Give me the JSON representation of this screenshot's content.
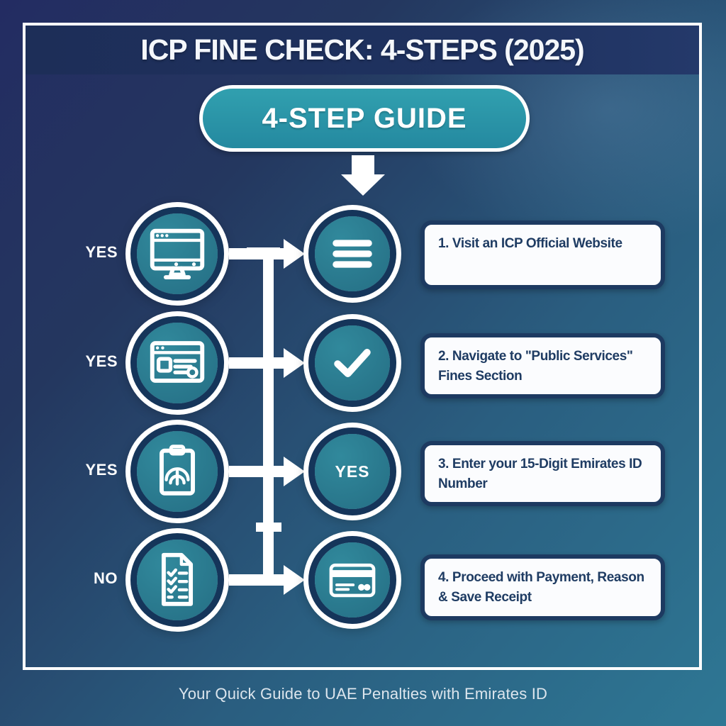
{
  "title": "ICP FINE CHECK: 4-STEPS (2025)",
  "pill": {
    "label": "4-STEP GUIDE"
  },
  "flow": {
    "rows": [
      {
        "decision": "YES",
        "left_icon": "desktop-monitor-icon",
        "right_icon": "menu-lines-icon",
        "step": "1. Visit an ICP Official Website"
      },
      {
        "decision": "YES",
        "left_icon": "browser-window-icon",
        "right_icon": "checkmark-icon",
        "step": "2. Navigate to \"Public Services\" Fines Section"
      },
      {
        "decision": "YES",
        "left_icon": "fingerprint-clipboard-icon",
        "right_icon": "yes-label",
        "right_label": "YES",
        "step": "3. Enter your 15-Digit Emirates ID Number"
      },
      {
        "decision": "NO",
        "left_icon": "checklist-document-icon",
        "right_icon": "credit-card-icon",
        "step": "4. Proceed with Payment, Reason & Save Receipt"
      }
    ]
  },
  "footer": {
    "caption": "Your Quick Guide to UAE Penalties with Emirates ID"
  },
  "colors": {
    "background_navy": "#232c62",
    "background_teal": "#2e7794",
    "header_navy": "#1e3059",
    "accent_teal": "#2b96a7",
    "circle_ring_navy": "#15355a",
    "box_border_navy": "#1d3a61",
    "box_text_navy": "#1f3c63",
    "white": "#ffffff"
  }
}
